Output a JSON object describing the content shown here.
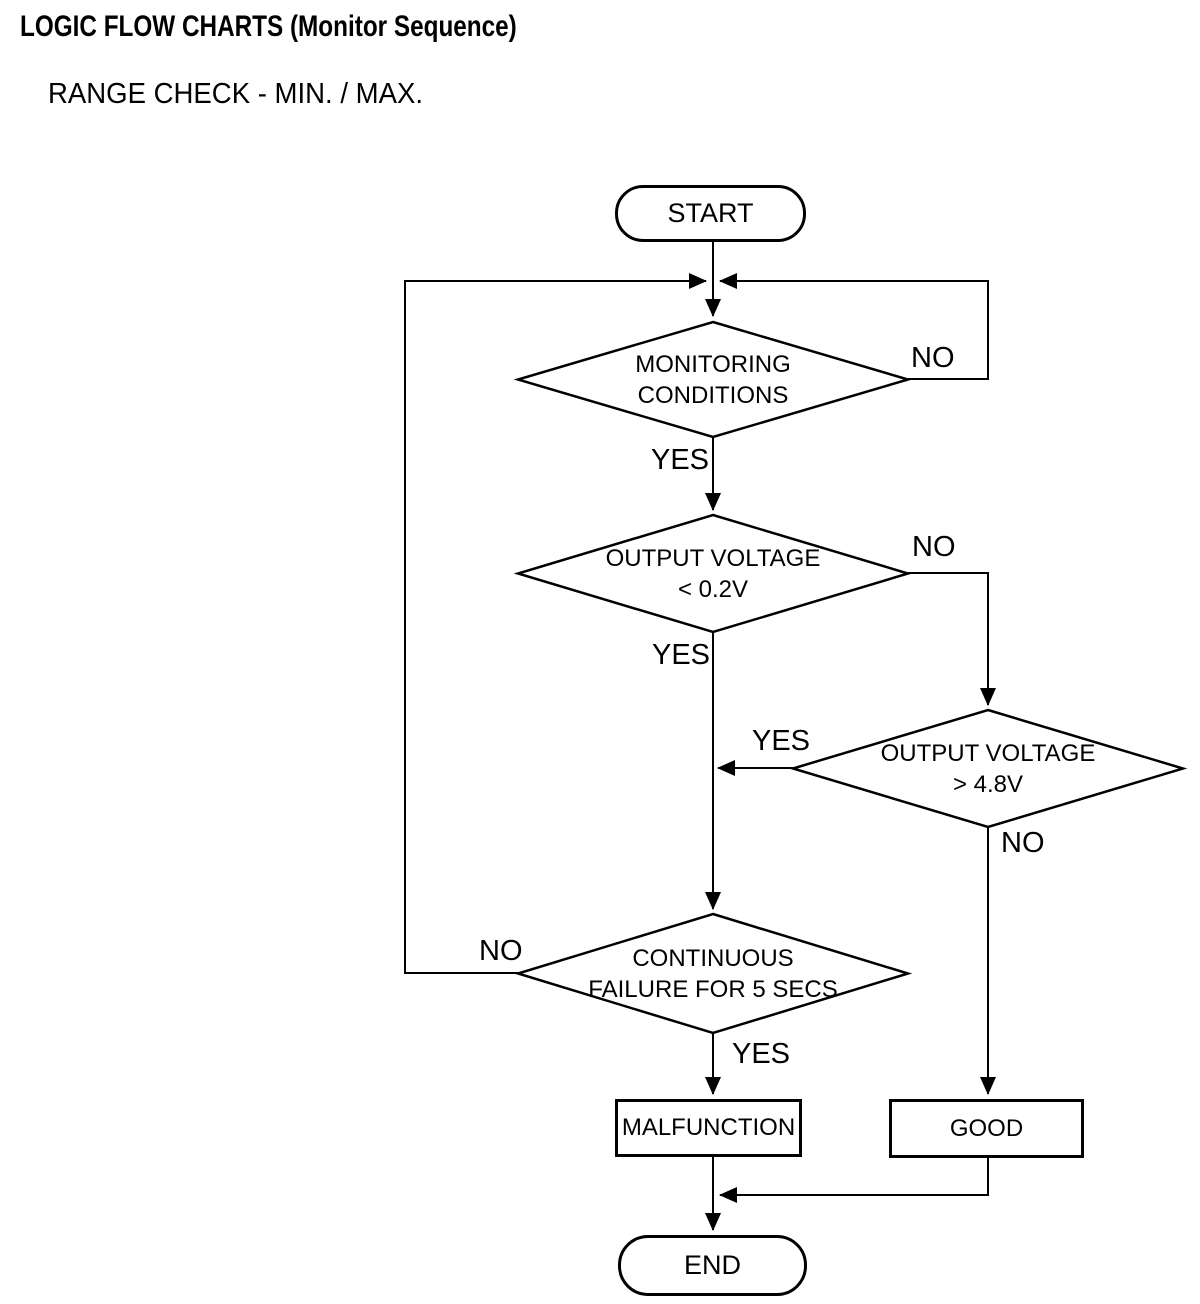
{
  "page": {
    "title": "LOGIC FLOW CHARTS (Monitor Sequence)",
    "subtitle": "RANGE CHECK - MIN. / MAX."
  },
  "flowchart": {
    "nodes": {
      "start": {
        "type": "terminal",
        "label": "START"
      },
      "monitoring": {
        "type": "decision",
        "line1": "MONITORING",
        "line2": "CONDITIONS"
      },
      "voltage_min": {
        "type": "decision",
        "line1": "OUTPUT VOLTAGE",
        "line2": "< 0.2V"
      },
      "voltage_max": {
        "type": "decision",
        "line1": "OUTPUT VOLTAGE",
        "line2": "> 4.8V"
      },
      "continuous": {
        "type": "decision",
        "line1": "CONTINUOUS",
        "line2": "FAILURE FOR 5 SECS"
      },
      "malfunction": {
        "type": "process",
        "label": "MALFUNCTION"
      },
      "good": {
        "type": "process",
        "label": "GOOD"
      },
      "end": {
        "type": "terminal",
        "label": "END"
      }
    },
    "edge_labels": {
      "monitoring_no": "NO",
      "monitoring_yes": "YES",
      "voltage_min_no": "NO",
      "voltage_min_yes": "YES",
      "voltage_max_yes": "YES",
      "voltage_max_no": "NO",
      "continuous_no": "NO",
      "continuous_yes": "YES"
    },
    "edges": [
      {
        "from": "start",
        "to": "monitoring",
        "label": ""
      },
      {
        "from": "monitoring",
        "to": "monitoring",
        "label": "NO"
      },
      {
        "from": "monitoring",
        "to": "voltage_min",
        "label": "YES"
      },
      {
        "from": "voltage_min",
        "to": "voltage_max",
        "label": "NO"
      },
      {
        "from": "voltage_min",
        "to": "continuous",
        "label": "YES"
      },
      {
        "from": "voltage_max",
        "to": "continuous",
        "label": "YES"
      },
      {
        "from": "voltage_max",
        "to": "good",
        "label": "NO"
      },
      {
        "from": "continuous",
        "to": "monitoring",
        "label": "NO"
      },
      {
        "from": "continuous",
        "to": "malfunction",
        "label": "YES"
      },
      {
        "from": "malfunction",
        "to": "end",
        "label": ""
      },
      {
        "from": "good",
        "to": "end",
        "label": ""
      }
    ],
    "colors": {
      "line": "#000000",
      "background": "#ffffff",
      "text": "#000000"
    }
  }
}
